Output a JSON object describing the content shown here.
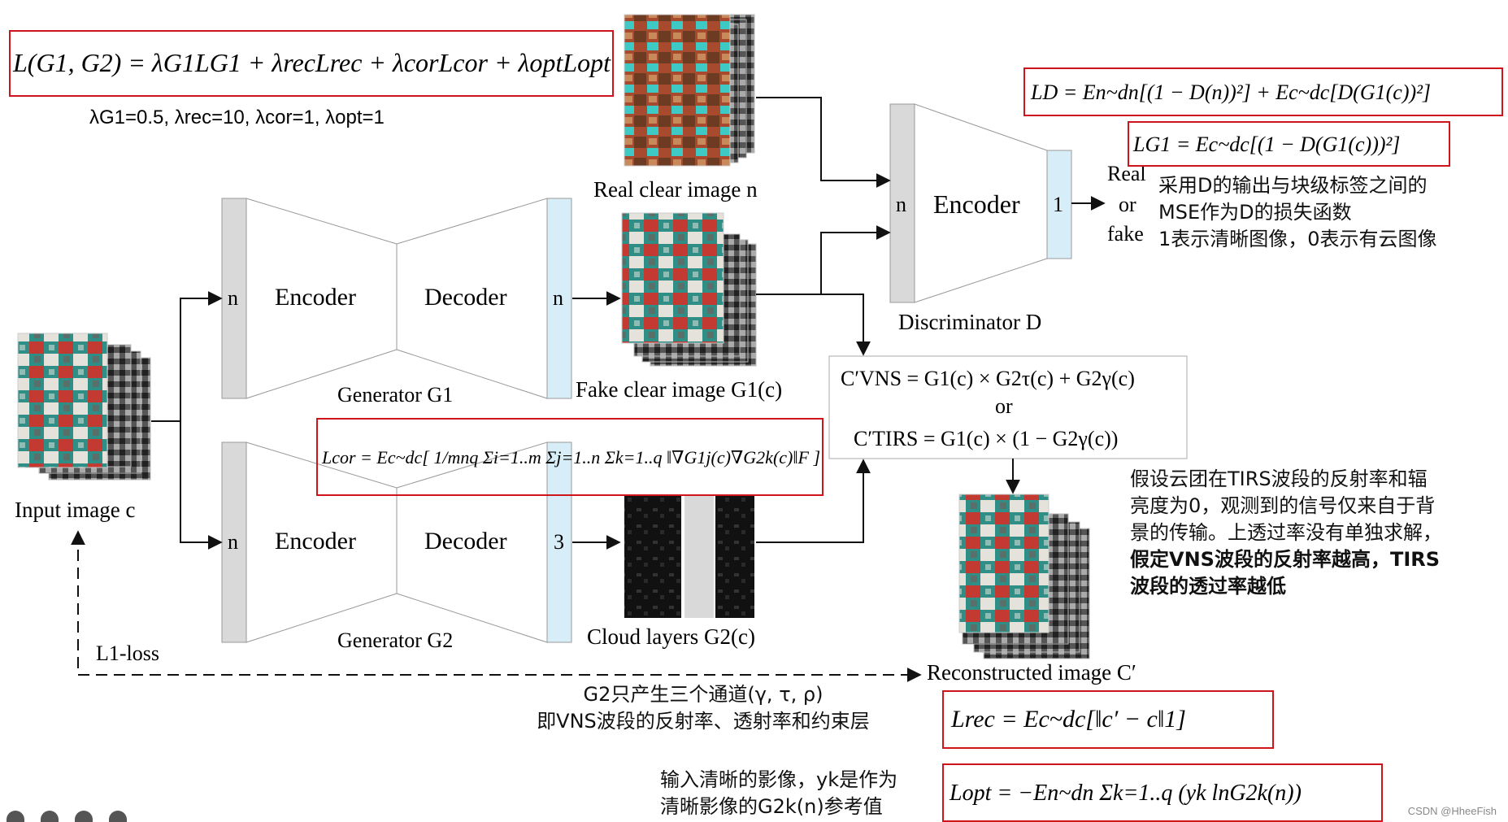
{
  "loss_total": {
    "formula": "L(G1, G2) = λG1LG1 + λrecLrec + λcorLcor + λoptLopt",
    "weights": "λG1=0.5,   λrec=10,   λcor=1,   λopt=1"
  },
  "discriminator": {
    "ld": "LD = En~dn[(1 − D(n))²] + Ec~dc[D(G1(c))²]",
    "lg1": "LG1 = Ec~dc[(1 − D(G1(c)))²]",
    "input_label": "n",
    "encoder_label": "Encoder",
    "output_label": "1",
    "title": "Discriminator D",
    "output_text": [
      "Real",
      "or",
      "fake"
    ]
  },
  "generator_g1": {
    "input_label": "n",
    "encoder_label": "Encoder",
    "decoder_label": "Decoder",
    "output_label": "n",
    "title": "Generator G1"
  },
  "generator_g2": {
    "input_label": "n",
    "encoder_label": "Encoder",
    "decoder_label": "Decoder",
    "output_label": "3",
    "title": "Generator G2"
  },
  "images": {
    "input": "Input image c",
    "real": "Real clear image n",
    "fake": "Fake clear image G1(c)",
    "cloud": "Cloud layers G2(c)",
    "reconstructed": "Reconstructed image C′"
  },
  "l1_loss": "L1-loss",
  "cor_loss": "Lcor = Ec~dc[ 1/mnq Σi=1..m Σj=1..n Σk=1..q ‖∇G1j(c)∇G2k(c)‖F ]",
  "reconstruction": {
    "vns": "C′VNS = G1(c) × G2τ(c) + G2γ(c)",
    "or": "or",
    "tirs": "C′TIRS = G1(c) × (1 − G2γ(c))"
  },
  "rec_loss": "Lrec = Ec~dc[‖c′ − c‖1]",
  "opt_loss": "Lopt = −En~dn Σk=1..q (yk lnG2k(n))",
  "notes": {
    "discriminator_note": [
      "采用D的输出与块级标签之间的",
      "MSE作为D的损失函数",
      "1表示清晰图像，0表示有云图像"
    ],
    "cloud_note": [
      "假设云团在TIRS波段的反射率和辐",
      "亮度为0，观测到的信号仅来自于背",
      "景的传输。上透过率没有单独求解，",
      "假定VNS波段的反射率越高，TIRS",
      "波段的透过率越低"
    ],
    "g2_note": [
      "G2只产生三个通道(γ, τ, ρ)",
      "即VNS波段的反射率、透射率和约束层"
    ],
    "opt_note": [
      "输入清晰的影像，yk是作为",
      "清晰影像的G2k(n)参考值"
    ]
  },
  "watermark": "CSDN @HheeFish",
  "colors": {
    "box_gray": "#d9d9d9",
    "box_blue": "#d7eef8",
    "formula_border": "#d0141c"
  }
}
